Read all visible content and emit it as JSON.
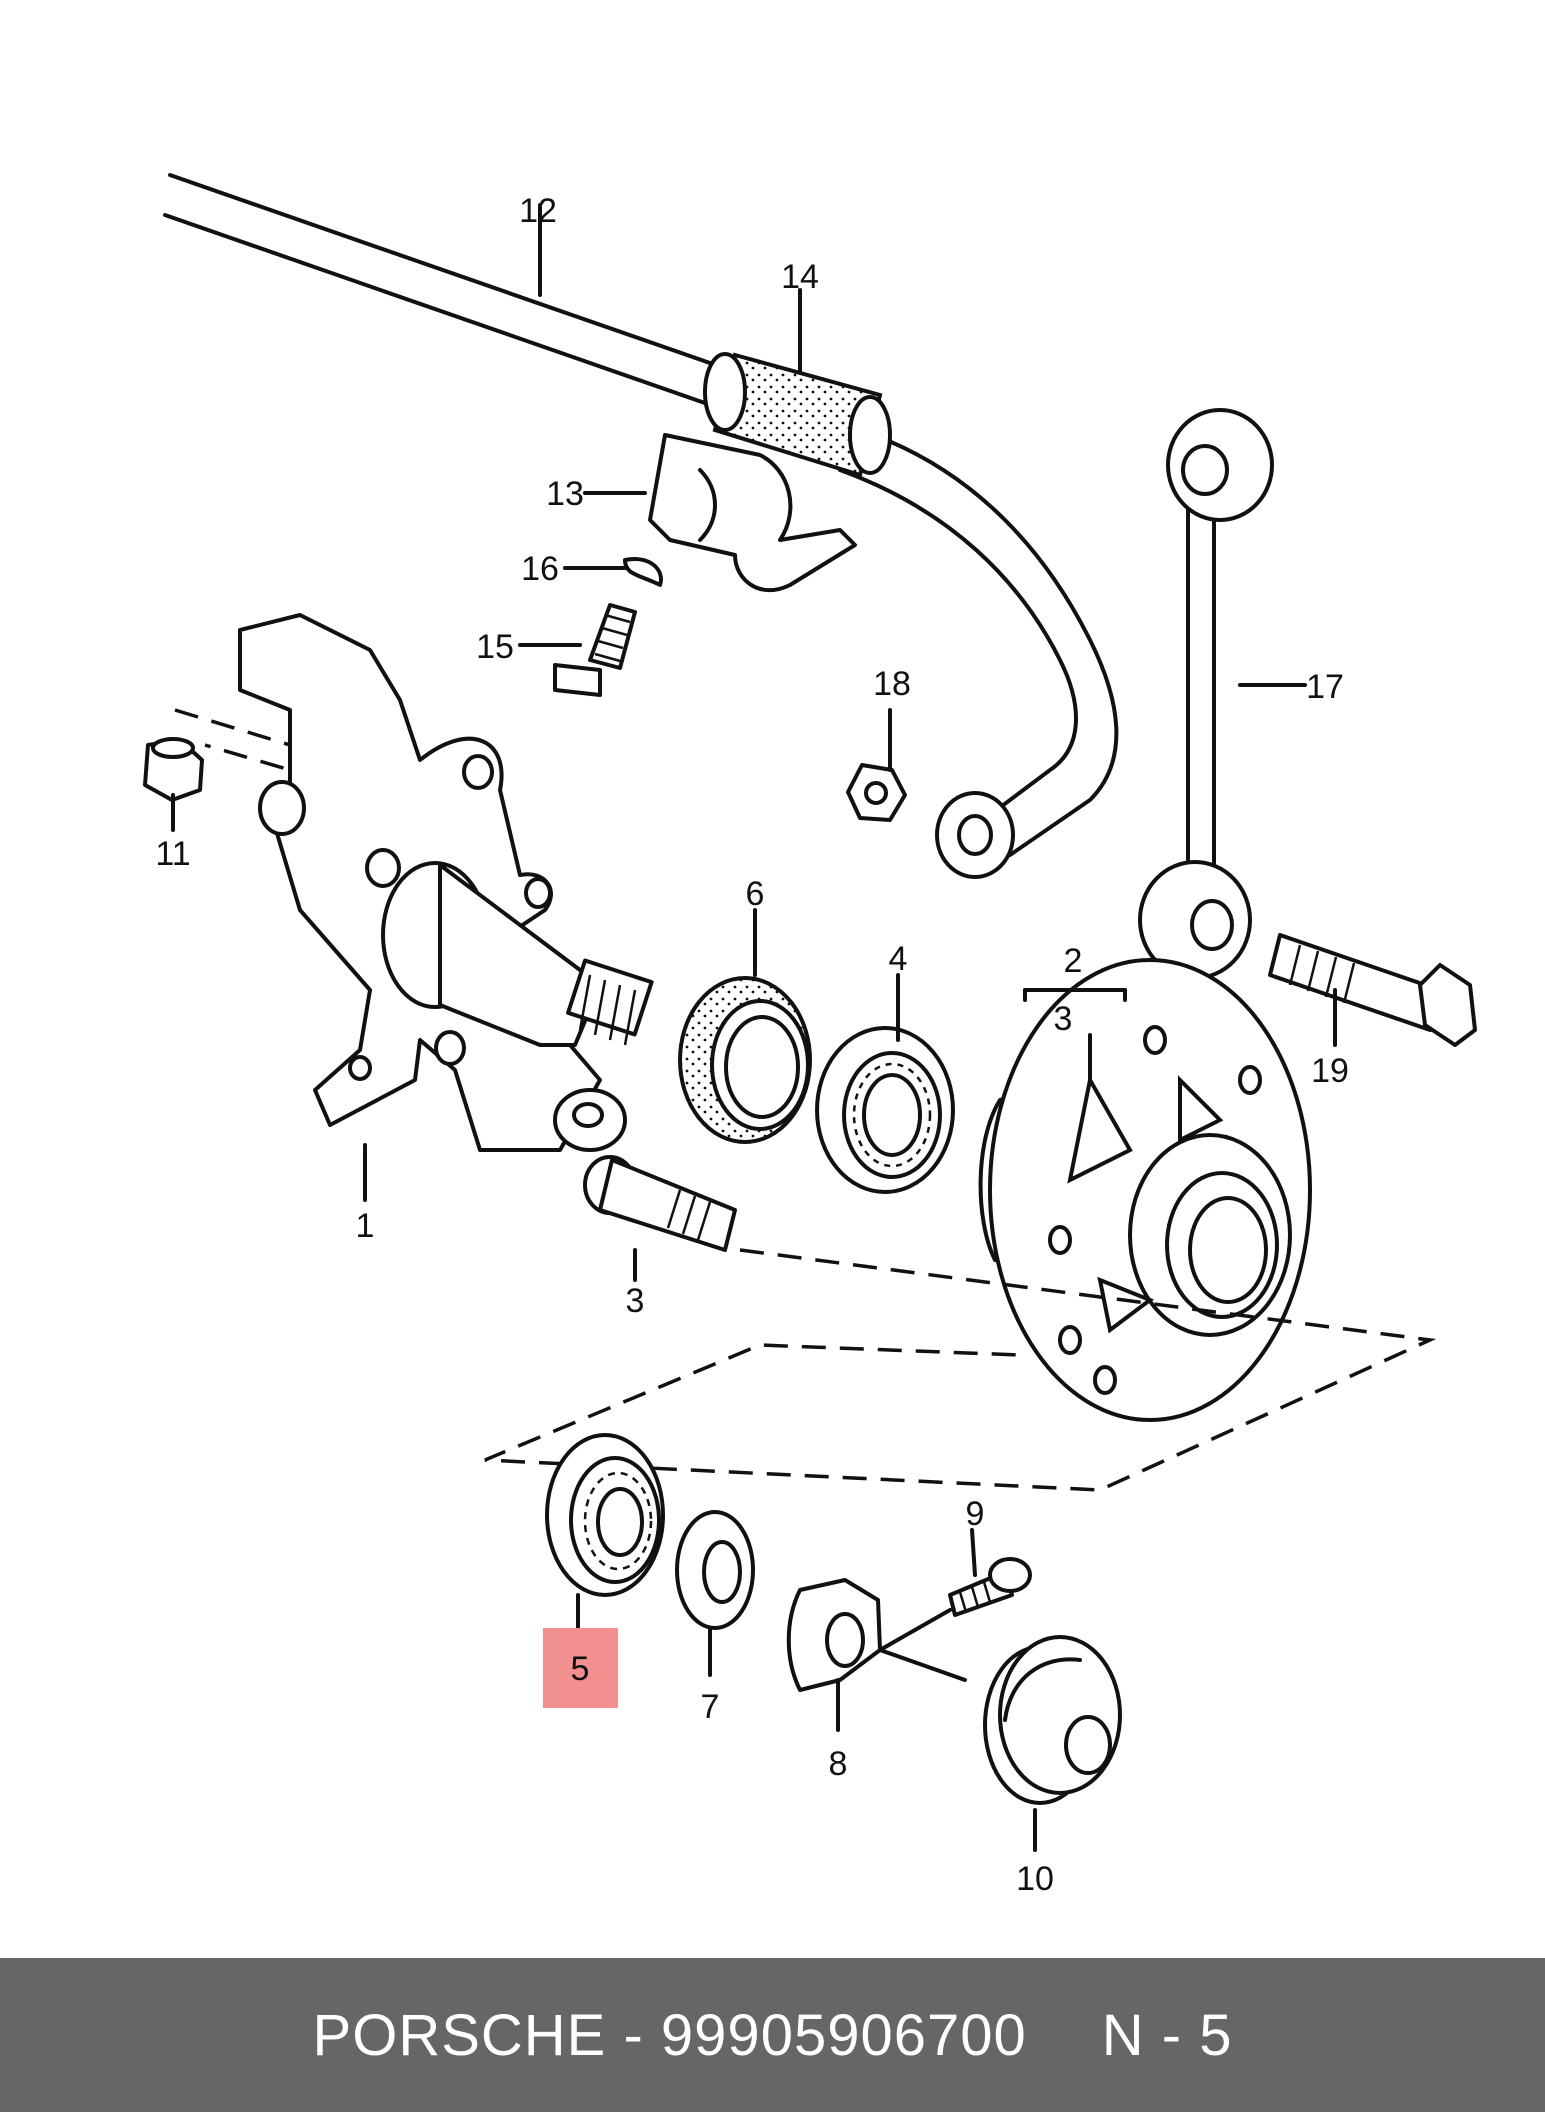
{
  "diagram": {
    "callouts": {
      "c1": "1",
      "c2": "2",
      "c3a": "3",
      "c3b": "3",
      "c4": "4",
      "c5": "5",
      "c6": "6",
      "c7": "7",
      "c8": "8",
      "c9": "9",
      "c10": "10",
      "c11": "11",
      "c12": "12",
      "c13": "13",
      "c14": "14",
      "c15": "15",
      "c16": "16",
      "c17": "17",
      "c18": "18",
      "c19": "19"
    },
    "highlighted_part": "5",
    "highlight_color": "#f28f8f"
  },
  "footer": {
    "brand": "PORSCHE",
    "separator": "-",
    "part_number": "99905906700",
    "ref_label": "N",
    "ref_separator": "-",
    "ref_number": "5",
    "background_color": "#666666"
  }
}
